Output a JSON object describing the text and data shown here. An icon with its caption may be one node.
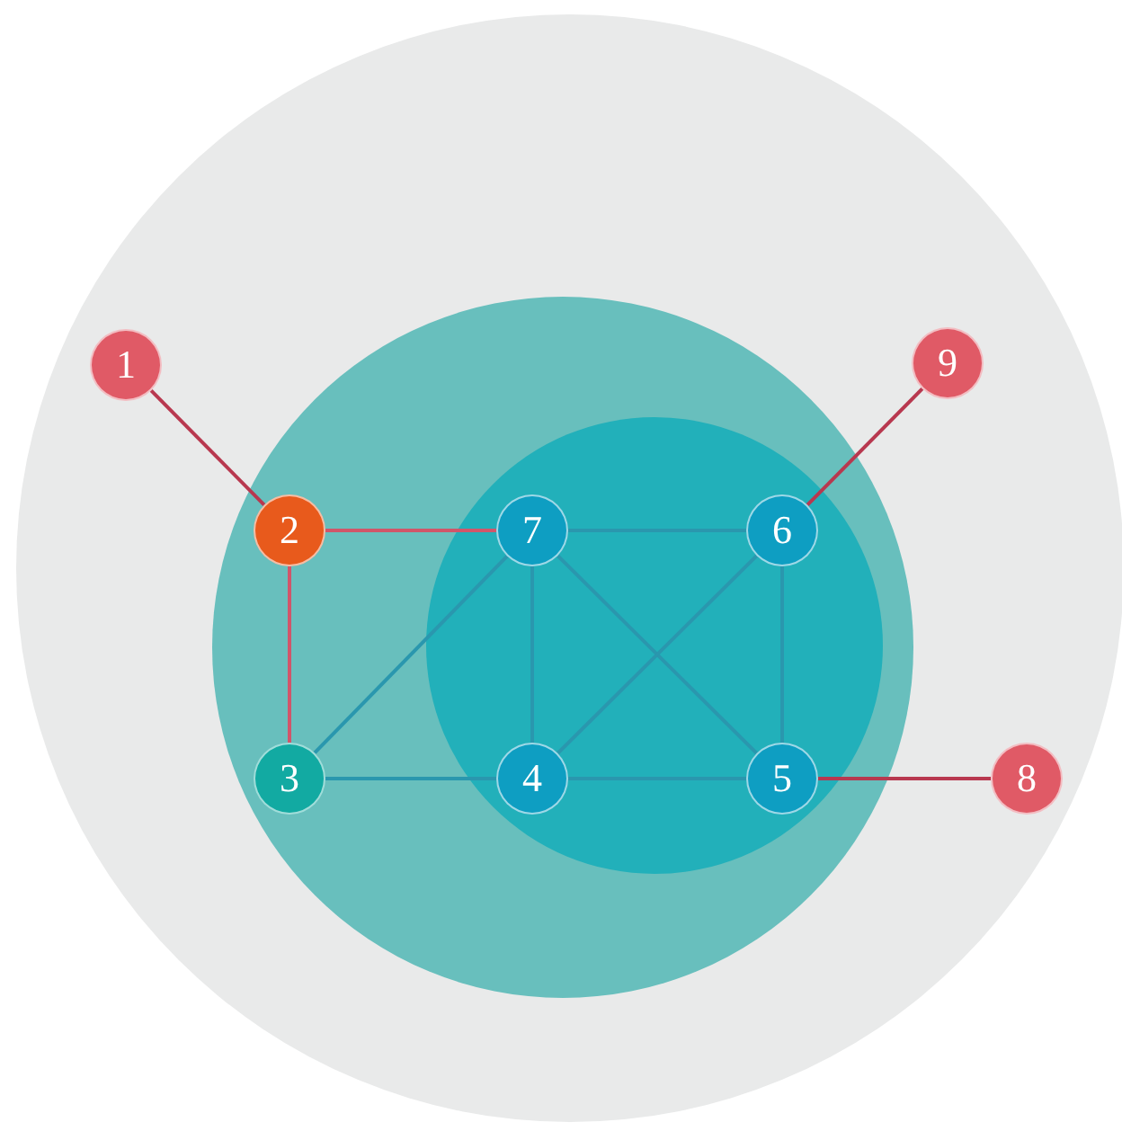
{
  "diagram": {
    "nodes": [
      {
        "text": [
          "1"
        ]
      },
      {
        "text": [
          "2"
        ]
      },
      {
        "text": [
          "3"
        ]
      },
      {
        "text": [
          "4"
        ]
      },
      {
        "text": [
          "5"
        ]
      },
      {
        "text": [
          "6"
        ]
      },
      {
        "text": [
          "7"
        ]
      },
      {
        "text": [
          "8"
        ]
      },
      {
        "text": [
          "9"
        ]
      }
    ],
    "edges": [
      {
        "from": 0,
        "to": 1,
        "arrow": "none",
        "color": "#b8384f"
      },
      {
        "from": 1,
        "to": 6,
        "arrow": "none",
        "color": "#d0566a"
      },
      {
        "from": 1,
        "to": 2,
        "arrow": "none",
        "color": "#d0566a"
      },
      {
        "from": 2,
        "to": 6,
        "arrow": "none"
      },
      {
        "from": 2,
        "to": 3,
        "arrow": "none"
      },
      {
        "from": 6,
        "to": 5,
        "arrow": "none"
      },
      {
        "from": 6,
        "to": 3,
        "arrow": "none"
      },
      {
        "from": 6,
        "to": 4,
        "arrow": "none"
      },
      {
        "from": 5,
        "to": 3,
        "arrow": "none"
      },
      {
        "from": 5,
        "to": 4,
        "arrow": "none"
      },
      {
        "from": 3,
        "to": 4,
        "arrow": "none"
      },
      {
        "from": 5,
        "to": 8,
        "arrow": "none",
        "color": "#b8384f"
      },
      {
        "from": 4,
        "to": 7,
        "arrow": "none",
        "color": "#b8384f"
      }
    ]
  }
}
